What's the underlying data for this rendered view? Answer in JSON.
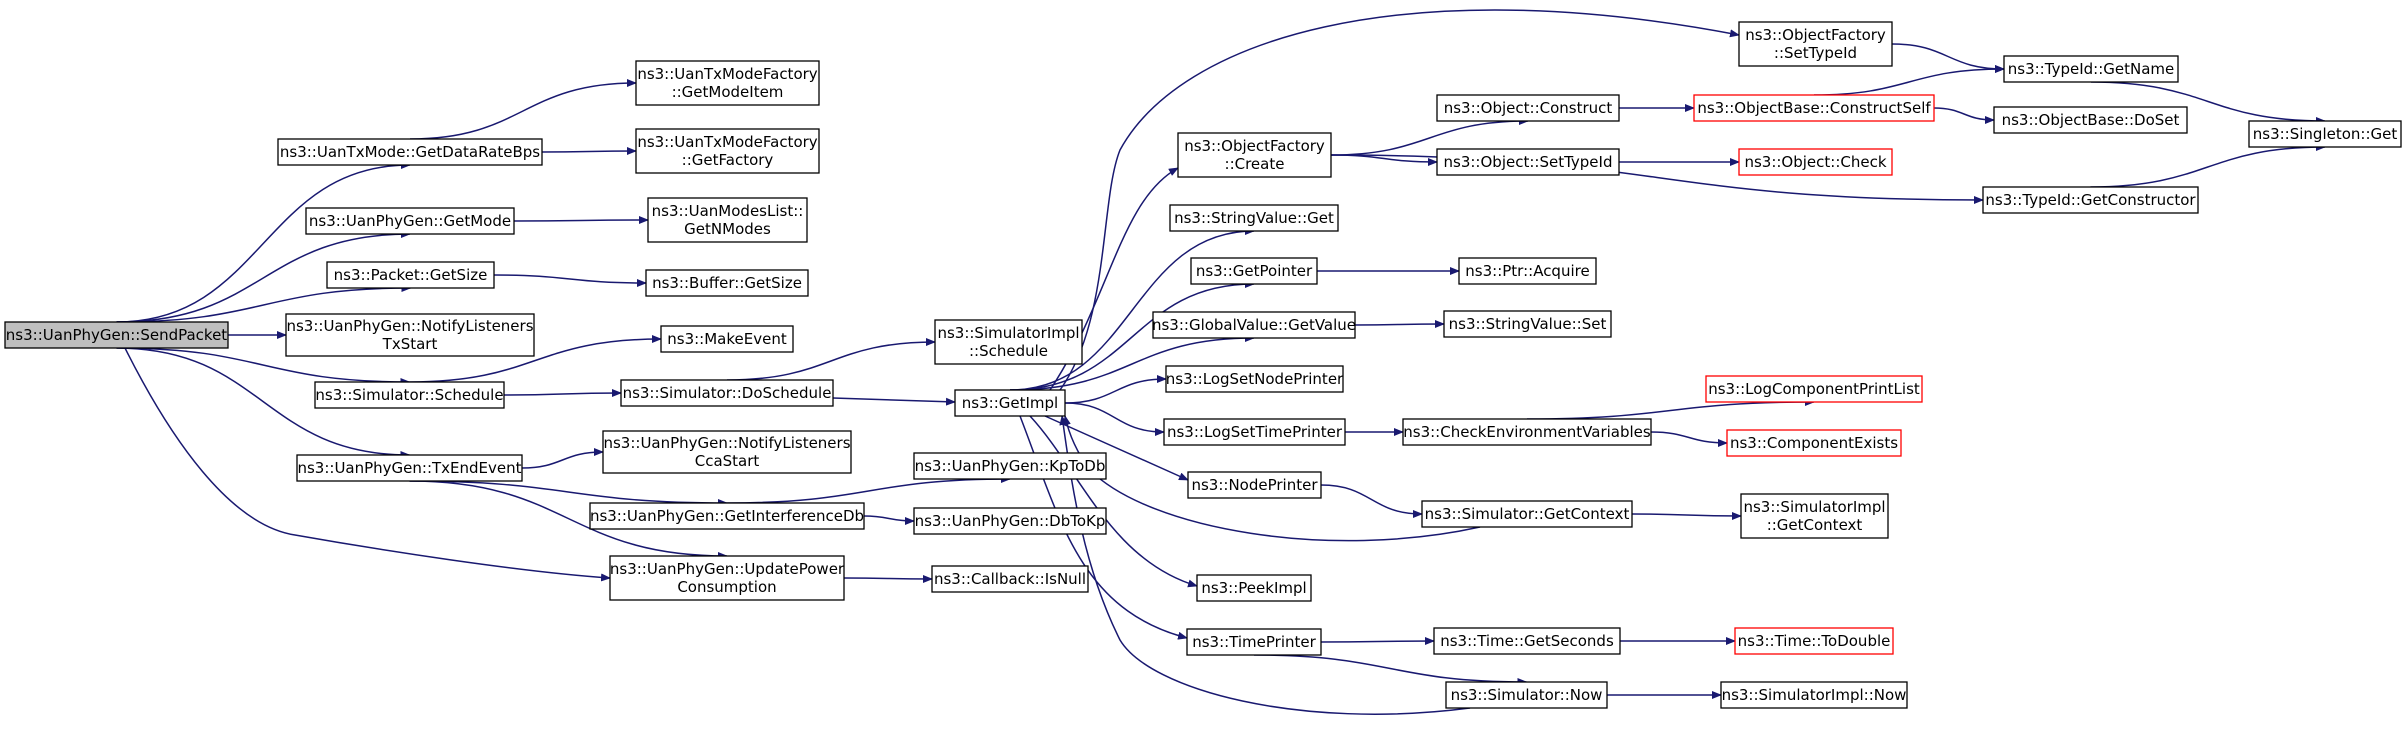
{
  "diagram": {
    "nodes": {
      "send_packet": {
        "lines": [
          "ns3::UanPhyGen::SendPacket"
        ],
        "style": "root"
      },
      "get_data_rate_bps": {
        "lines": [
          "ns3::UanTxMode::GetDataRateBps"
        ],
        "style": "normal"
      },
      "get_mode": {
        "lines": [
          "ns3::UanPhyGen::GetMode"
        ],
        "style": "normal"
      },
      "packet_get_size": {
        "lines": [
          "ns3::Packet::GetSize"
        ],
        "style": "normal"
      },
      "notify_listeners_tx_start": {
        "lines": [
          "ns3::UanPhyGen::NotifyListeners",
          "TxStart"
        ],
        "style": "normal"
      },
      "simulator_schedule": {
        "lines": [
          "ns3::Simulator::Schedule"
        ],
        "style": "normal"
      },
      "tx_end_event": {
        "lines": [
          "ns3::UanPhyGen::TxEndEvent"
        ],
        "style": "normal"
      },
      "get_mode_item": {
        "lines": [
          "ns3::UanTxModeFactory",
          "::GetModeItem"
        ],
        "style": "normal"
      },
      "get_factory": {
        "lines": [
          "ns3::UanTxModeFactory",
          "::GetFactory"
        ],
        "style": "normal"
      },
      "get_n_modes": {
        "lines": [
          "ns3::UanModesList::",
          "GetNModes"
        ],
        "style": "normal"
      },
      "buffer_get_size": {
        "lines": [
          "ns3::Buffer::GetSize"
        ],
        "style": "normal"
      },
      "make_event": {
        "lines": [
          "ns3::MakeEvent"
        ],
        "style": "normal"
      },
      "do_schedule": {
        "lines": [
          "ns3::Simulator::DoSchedule"
        ],
        "style": "normal"
      },
      "notify_listeners_cca_start": {
        "lines": [
          "ns3::UanPhyGen::NotifyListeners",
          "CcaStart"
        ],
        "style": "normal"
      },
      "get_interference_db": {
        "lines": [
          "ns3::UanPhyGen::GetInterferenceDb"
        ],
        "style": "normal"
      },
      "update_power_consumption": {
        "lines": [
          "ns3::UanPhyGen::UpdatePower",
          "Consumption"
        ],
        "style": "normal"
      },
      "simulator_impl_schedule": {
        "lines": [
          "ns3::SimulatorImpl",
          "::Schedule"
        ],
        "style": "normal"
      },
      "get_impl": {
        "lines": [
          "ns3::GetImpl"
        ],
        "style": "normal"
      },
      "kp_to_db": {
        "lines": [
          "ns3::UanPhyGen::KpToDb"
        ],
        "style": "normal"
      },
      "db_to_kp": {
        "lines": [
          "ns3::UanPhyGen::DbToKp"
        ],
        "style": "normal"
      },
      "callback_is_null": {
        "lines": [
          "ns3::Callback::IsNull"
        ],
        "style": "normal"
      },
      "object_factory_create": {
        "lines": [
          "ns3::ObjectFactory",
          "::Create"
        ],
        "style": "normal"
      },
      "string_value_get": {
        "lines": [
          "ns3::StringValue::Get"
        ],
        "style": "normal"
      },
      "get_pointer": {
        "lines": [
          "ns3::GetPointer"
        ],
        "style": "normal"
      },
      "global_value_get_value": {
        "lines": [
          "ns3::GlobalValue::GetValue"
        ],
        "style": "normal"
      },
      "log_set_node_printer": {
        "lines": [
          "ns3::LogSetNodePrinter"
        ],
        "style": "normal"
      },
      "log_set_time_printer": {
        "lines": [
          "ns3::LogSetTimePrinter"
        ],
        "style": "normal"
      },
      "node_printer": {
        "lines": [
          "ns3::NodePrinter"
        ],
        "style": "normal"
      },
      "peek_impl": {
        "lines": [
          "ns3::PeekImpl"
        ],
        "style": "normal"
      },
      "time_printer": {
        "lines": [
          "ns3::TimePrinter"
        ],
        "style": "normal"
      },
      "object_factory_set_type_id": {
        "lines": [
          "ns3::ObjectFactory",
          "::SetTypeId"
        ],
        "style": "normal"
      },
      "object_construct": {
        "lines": [
          "ns3::Object::Construct"
        ],
        "style": "normal"
      },
      "object_set_type_id": {
        "lines": [
          "ns3::Object::SetTypeId"
        ],
        "style": "normal"
      },
      "ptr_acquire": {
        "lines": [
          "ns3::Ptr::Acquire"
        ],
        "style": "normal"
      },
      "string_value_set": {
        "lines": [
          "ns3::StringValue::Set"
        ],
        "style": "normal"
      },
      "check_environment_variables": {
        "lines": [
          "ns3::CheckEnvironmentVariables"
        ],
        "style": "normal"
      },
      "simulator_get_context": {
        "lines": [
          "ns3::Simulator::GetContext"
        ],
        "style": "normal"
      },
      "time_get_seconds": {
        "lines": [
          "ns3::Time::GetSeconds"
        ],
        "style": "normal"
      },
      "simulator_now": {
        "lines": [
          "ns3::Simulator::Now"
        ],
        "style": "normal"
      },
      "object_base_construct_self": {
        "lines": [
          "ns3::ObjectBase::ConstructSelf"
        ],
        "style": "truncated"
      },
      "object_check": {
        "lines": [
          "ns3::Object::Check"
        ],
        "style": "truncated"
      },
      "log_component_print_list": {
        "lines": [
          "ns3::LogComponentPrintList"
        ],
        "style": "truncated"
      },
      "component_exists": {
        "lines": [
          "ns3::ComponentExists"
        ],
        "style": "truncated"
      },
      "simulator_impl_get_context": {
        "lines": [
          "ns3::SimulatorImpl",
          "::GetContext"
        ],
        "style": "normal"
      },
      "time_to_double": {
        "lines": [
          "ns3::Time::ToDouble"
        ],
        "style": "truncated"
      },
      "simulator_impl_now": {
        "lines": [
          "ns3::SimulatorImpl::Now"
        ],
        "style": "normal"
      },
      "type_id_get_name": {
        "lines": [
          "ns3::TypeId::GetName"
        ],
        "style": "normal"
      },
      "type_id_get_constructor": {
        "lines": [
          "ns3::TypeId::GetConstructor"
        ],
        "style": "normal"
      },
      "object_base_do_set": {
        "lines": [
          "ns3::ObjectBase::DoSet"
        ],
        "style": "normal"
      },
      "singleton_get": {
        "lines": [
          "ns3::Singleton::Get"
        ],
        "style": "normal"
      }
    },
    "edges": [
      [
        "send_packet",
        "get_data_rate_bps"
      ],
      [
        "send_packet",
        "get_mode"
      ],
      [
        "send_packet",
        "packet_get_size"
      ],
      [
        "send_packet",
        "notify_listeners_tx_start"
      ],
      [
        "send_packet",
        "simulator_schedule"
      ],
      [
        "send_packet",
        "tx_end_event"
      ],
      [
        "send_packet",
        "update_power_consumption"
      ],
      [
        "get_data_rate_bps",
        "get_mode_item"
      ],
      [
        "get_data_rate_bps",
        "get_factory"
      ],
      [
        "get_mode",
        "get_n_modes"
      ],
      [
        "packet_get_size",
        "buffer_get_size"
      ],
      [
        "simulator_schedule",
        "make_event"
      ],
      [
        "simulator_schedule",
        "do_schedule"
      ],
      [
        "do_schedule",
        "simulator_impl_schedule"
      ],
      [
        "do_schedule",
        "get_impl"
      ],
      [
        "tx_end_event",
        "notify_listeners_cca_start"
      ],
      [
        "tx_end_event",
        "get_interference_db"
      ],
      [
        "tx_end_event",
        "update_power_consumption"
      ],
      [
        "get_interference_db",
        "kp_to_db"
      ],
      [
        "get_interference_db",
        "db_to_kp"
      ],
      [
        "update_power_consumption",
        "callback_is_null"
      ],
      [
        "get_impl",
        "object_factory_set_type_id"
      ],
      [
        "get_impl",
        "object_factory_create"
      ],
      [
        "get_impl",
        "string_value_get"
      ],
      [
        "get_impl",
        "get_pointer"
      ],
      [
        "get_impl",
        "global_value_get_value"
      ],
      [
        "get_impl",
        "log_set_node_printer"
      ],
      [
        "get_impl",
        "log_set_time_printer"
      ],
      [
        "get_impl",
        "node_printer"
      ],
      [
        "get_impl",
        "peek_impl"
      ],
      [
        "get_impl",
        "time_printer"
      ],
      [
        "object_factory_set_type_id",
        "type_id_get_name"
      ],
      [
        "object_factory_create",
        "object_construct"
      ],
      [
        "object_factory_create",
        "object_set_type_id"
      ],
      [
        "object_factory_create",
        "type_id_get_constructor"
      ],
      [
        "object_construct",
        "object_base_construct_self"
      ],
      [
        "object_base_construct_self",
        "type_id_get_name"
      ],
      [
        "object_base_construct_self",
        "object_base_do_set"
      ],
      [
        "object_set_type_id",
        "object_check"
      ],
      [
        "type_id_get_name",
        "singleton_get"
      ],
      [
        "type_id_get_constructor",
        "singleton_get"
      ],
      [
        "get_pointer",
        "ptr_acquire"
      ],
      [
        "global_value_get_value",
        "string_value_set"
      ],
      [
        "log_set_time_printer",
        "check_environment_variables"
      ],
      [
        "check_environment_variables",
        "log_component_print_list"
      ],
      [
        "check_environment_variables",
        "component_exists"
      ],
      [
        "node_printer",
        "simulator_get_context"
      ],
      [
        "simulator_get_context",
        "simulator_impl_get_context"
      ],
      [
        "simulator_get_context",
        "get_impl"
      ],
      [
        "time_printer",
        "time_get_seconds"
      ],
      [
        "time_printer",
        "simulator_now"
      ],
      [
        "time_get_seconds",
        "time_to_double"
      ],
      [
        "simulator_now",
        "simulator_impl_now"
      ],
      [
        "simulator_now",
        "get_impl"
      ]
    ],
    "colors": {
      "edge": "#191970",
      "node_border": "#000000",
      "truncated_border": "#ff0000",
      "root_fill": "#bfbfbf",
      "node_fill": "#ffffff",
      "text": "#000000"
    }
  }
}
